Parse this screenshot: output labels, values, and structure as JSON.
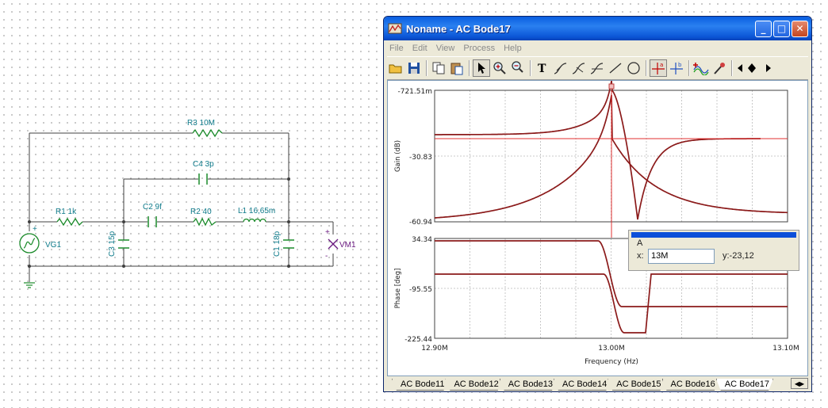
{
  "schematic": {
    "components": {
      "r3": "R3 10M",
      "c4": "C4 3p",
      "r1": "R1 1k",
      "c2": "C2 9f",
      "r2": "R2 40",
      "l1": "L1 16,65m",
      "c3": "C3 15p",
      "c1": "C1 18p",
      "vg1": "VG1",
      "vm1": "VM1",
      "plus_vg": "+",
      "plus_vm": "+",
      "minus_vm": "-"
    }
  },
  "window": {
    "title": "Noname - AC Bode17",
    "buttons": {
      "minimize": "_",
      "maximize": "□",
      "close": "✕"
    },
    "menu": [
      "File",
      "Edit",
      "View",
      "Process",
      "Help"
    ]
  },
  "plot": {
    "gain": {
      "axis_title": "Gain (dB)",
      "ticks": [
        "-721.51m",
        "-30.83",
        "-60.94"
      ]
    },
    "phase": {
      "axis_title": "Phase [deg]",
      "ticks": [
        "34.34",
        "-95.55",
        "-225.44"
      ]
    },
    "x_ticks": [
      "12.90M",
      "13.00M",
      "13.10M"
    ],
    "x_title": "Frequency (Hz)"
  },
  "cursor": {
    "name": "A",
    "x_label": "x:",
    "x_value": "13M",
    "y_text": "y:-23,12"
  },
  "tabs": [
    "AC Bode11",
    "AC Bode12",
    "AC Bode13",
    "AC Bode14",
    "AC Bode15",
    "AC Bode16",
    "AC Bode17"
  ],
  "colors": {
    "trace": "#8b1a1a",
    "cursor": "#e03030",
    "wire": "#404040",
    "component": "#1a8a2a"
  }
}
